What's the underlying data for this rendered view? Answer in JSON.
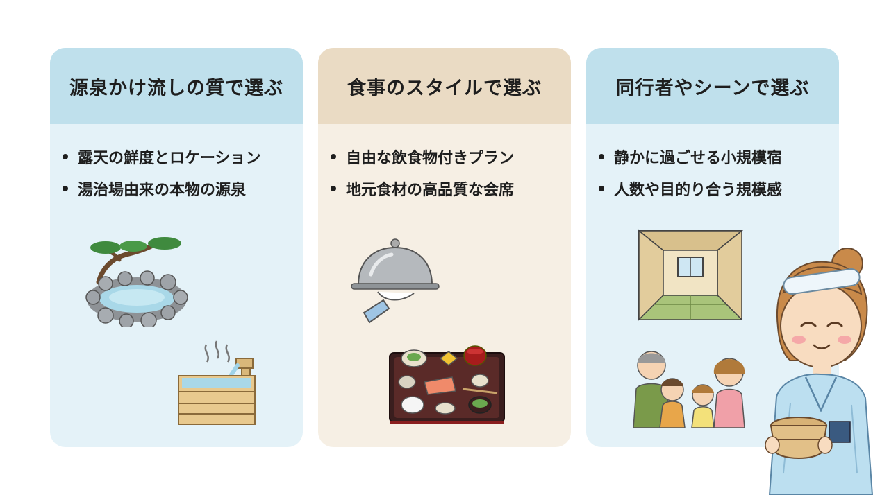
{
  "cards": [
    {
      "title": "源泉かけ流しの質で選ぶ",
      "items": [
        "露天の鮮度とロケーション",
        "湯治場由来の本物の源泉"
      ]
    },
    {
      "title": "食事のスタイルで選ぶ",
      "items": [
        "自由な飲食物付きプラン",
        "地元食材の高品質な会席"
      ]
    },
    {
      "title": "同行者やシーンで選ぶ",
      "items": [
        "静かに過ごせる小規模宿",
        "人数や目的り合う規模感"
      ]
    }
  ],
  "colors": {
    "blue_card": "#e4f2f8",
    "blue_header": "#bfe0ec",
    "beige_card": "#f6efe4",
    "beige_header": "#eadbc4"
  },
  "illustrations": [
    "open-air-onsen-illustration",
    "wooden-bath-illustration",
    "cloche-serving-illustration",
    "kaiseki-tray-illustration",
    "tatami-room-illustration",
    "family-group-illustration",
    "onsen-staff-woman-illustration"
  ]
}
